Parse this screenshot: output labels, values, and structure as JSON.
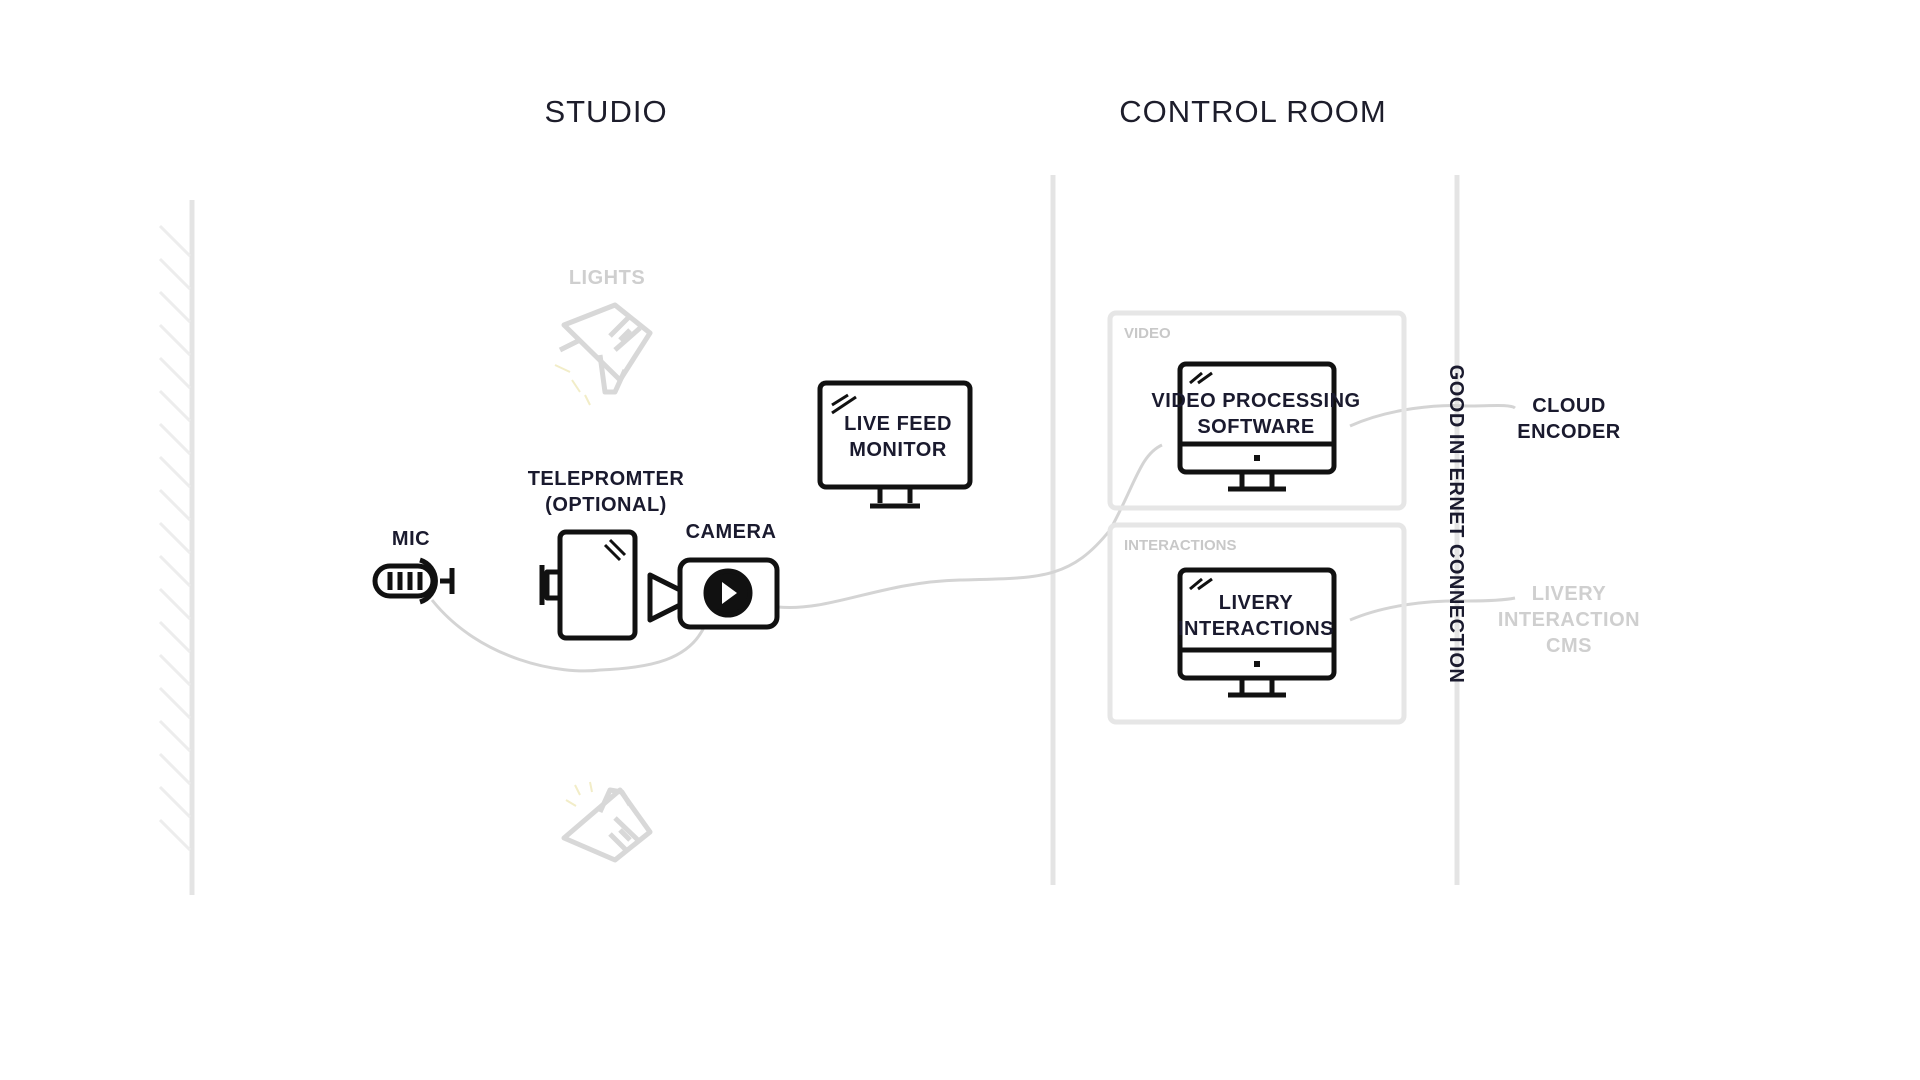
{
  "sections": {
    "studio": "STUDIO",
    "control_room": "CONTROL ROOM"
  },
  "studio": {
    "lights_label": "LIGHTS",
    "mic_label": "MIC",
    "teleprompter_label_line1": "TELEPROMTER",
    "teleprompter_label_line2": "(OPTIONAL)",
    "camera_label": "CAMERA",
    "monitor_label_line1": "LIVE FEED",
    "monitor_label_line2": "MONITOR"
  },
  "control_room": {
    "video_box_title": "VIDEO",
    "video_software_line1": "VIDEO PROCESSING",
    "video_software_line2": "SOFTWARE",
    "interactions_box_title": "INTERACTIONS",
    "livery_line1": "LIVERY",
    "livery_line2": "INTERACTIONS"
  },
  "connection_label": "GOOD INTERNET CONNECTION",
  "external": {
    "cloud_line1": "CLOUD",
    "cloud_line2": "ENCODER",
    "cms_line1": "LIVERY",
    "cms_line2": "INTERACTION",
    "cms_line3": "CMS"
  },
  "colors": {
    "text_dark": "#1a1a2e",
    "text_faded": "#cfcfcf",
    "divider": "#e4e4e4",
    "wire": "#d4d4d4"
  }
}
